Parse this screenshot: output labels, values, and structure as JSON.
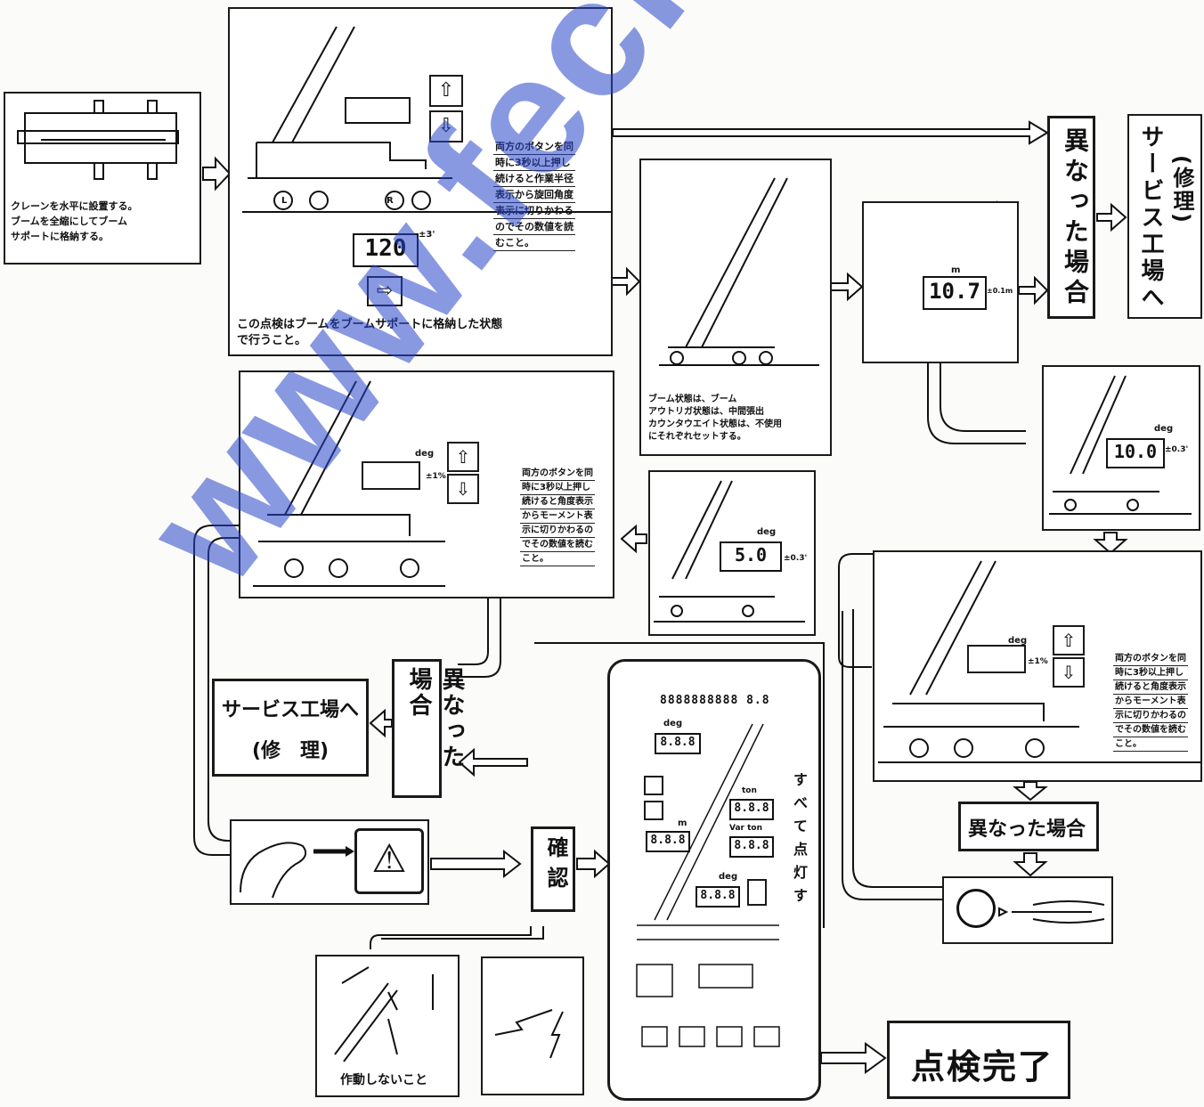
{
  "step1": {
    "lines": [
      "クレーンを水平に設置する。",
      "ブームを全縮にしてブーム",
      "サポートに格納する。"
    ]
  },
  "step2": {
    "display_value": "120",
    "tolerance": "±3'",
    "note_lines": [
      "両方のボタンを同",
      "時に3秒以上押し",
      "続けると作業半径",
      "表示から旋回角度",
      "表示に切りかわる",
      "のでその数値を読",
      "むこと。"
    ],
    "footer_lines": [
      "この点検はブームをブームサポートに格納した状態",
      "で行うこと。"
    ]
  },
  "step3": {
    "lines": [
      "ブーム状態は、ブーム",
      "アウトリガ状態は、中間張出",
      "カウンタウエイト状態は、不使用",
      "にそれぞれセットする。"
    ]
  },
  "radius_display": {
    "unit": "m",
    "value": "10.7",
    "tolerance": "±0.1m"
  },
  "angle10_display": {
    "unit": "deg",
    "value": "10.0",
    "tolerance": "±0.3'"
  },
  "angle5_display": {
    "unit": "deg",
    "value": "5.0",
    "tolerance": "±0.3'"
  },
  "moment_left": {
    "unit": "deg",
    "tolerance": "±1%",
    "note_lines": [
      "両方のボタンを同",
      "時に3秒以上押し",
      "続けると角度表示",
      "からモーメント表",
      "示に切りかわるの",
      "でその数値を読む",
      "こと。"
    ]
  },
  "moment_right": {
    "unit": "deg",
    "tolerance": "±1%",
    "note_lines": [
      "両方のボタンを同",
      "時に3秒以上押し",
      "続けると角度表示",
      "からモーメント表",
      "示に切りかわるの",
      "でその数値を読む",
      "こと。"
    ]
  },
  "differs_label": "異なった場合",
  "differs_vertical": "異なった場合",
  "service_vertical_top": "(修理)",
  "service_vertical_main": "サービス工場へ",
  "service_box": {
    "line1": "サービス工場へ",
    "line2": "(修　理)"
  },
  "confirm_label": "確認",
  "all_lit_label": "すべて点灯す",
  "panel": {
    "top_digits": "8888888888 8.8",
    "deg_label": "deg",
    "deg_value": "8.8.8",
    "m_label": "m",
    "m_value": "8.8.8",
    "ton_label": "ton",
    "ton_value": "8.8.8",
    "var_label": "Var ton",
    "var_value": "8.8.8",
    "deg2_label": "deg",
    "deg2_value": "8.8.8"
  },
  "no_operate_label": "作動しないこと",
  "complete_label": "点検完了",
  "colors": {
    "ink": "#111111",
    "paper": "#ffffff",
    "watermark": "#2f52c8"
  },
  "watermark": "www.fecrane.co"
}
